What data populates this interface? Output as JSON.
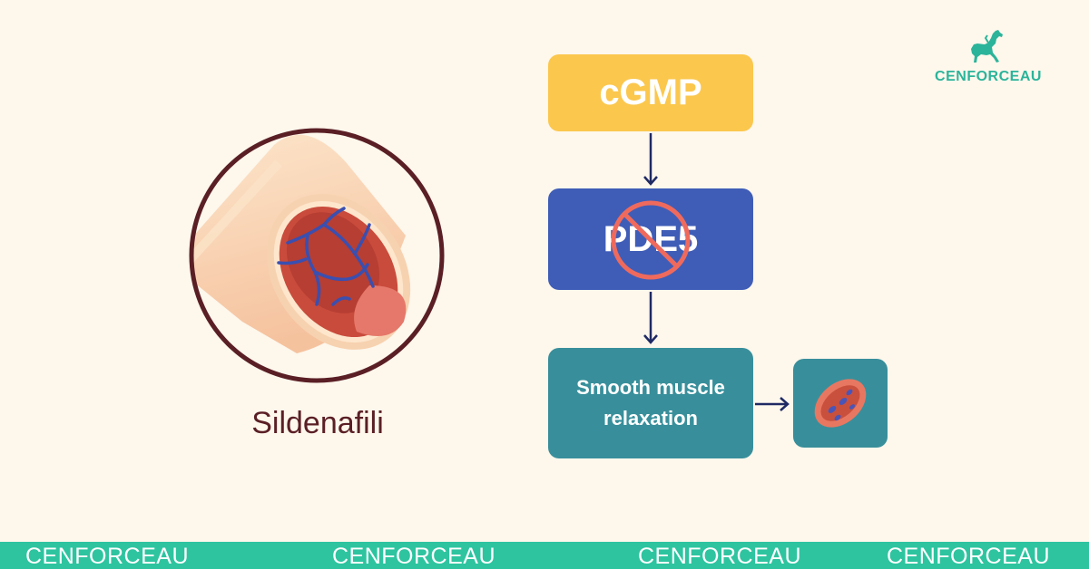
{
  "logo": {
    "text": "CENFORCEAU",
    "icon": "horse-icon",
    "color": "#2bb49a"
  },
  "illustration": {
    "label": "Sildenafili",
    "icon": "blood-vessel-icon"
  },
  "flow": {
    "step1": "cGMP",
    "step2": "PDE5",
    "step2_icon": "prohibited-icon",
    "step3": "Smooth muscle relaxation",
    "step4_icon": "muscle-cell-icon"
  },
  "colors": {
    "background": "#fdf7ec",
    "cgmp": "#fbc74d",
    "pde5": "#3f5db7",
    "smooth": "#388f9b",
    "prohibit": "#ef6a5c",
    "arrow": "#1f2a64",
    "banner": "#2ec4a0"
  },
  "banner": {
    "items": [
      "CENFORCEAU",
      "CENFORCEAU",
      "CENFORCEAU",
      "CENFORCEAU"
    ]
  }
}
